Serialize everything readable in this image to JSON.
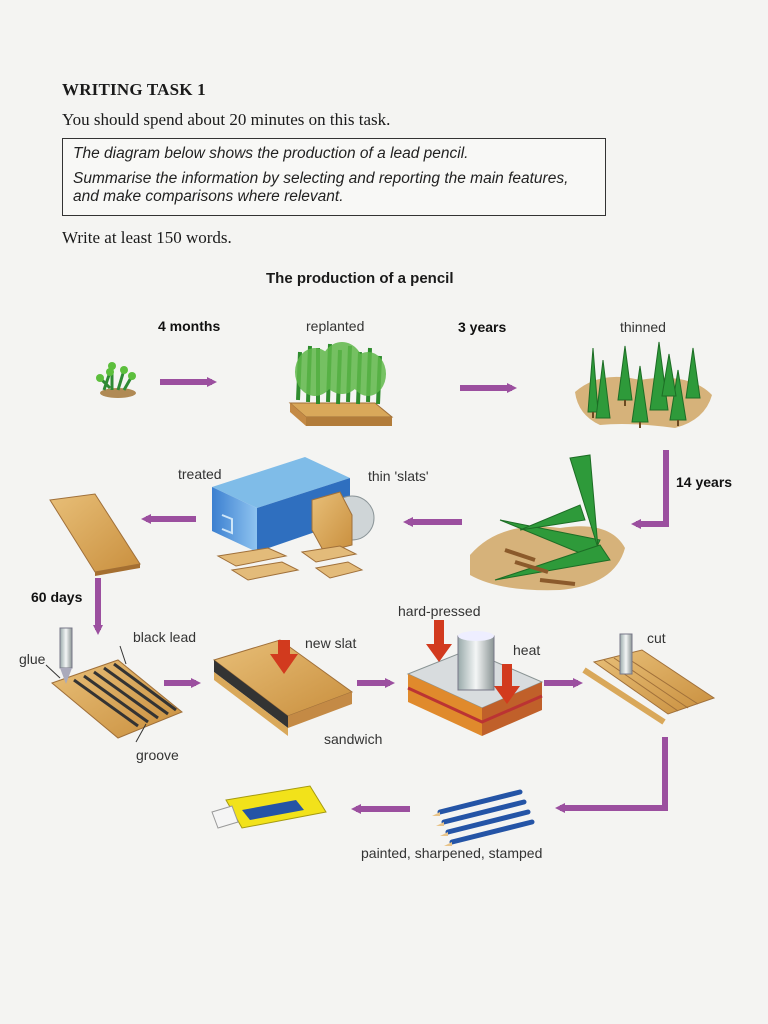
{
  "task": {
    "heading": "WRITING TASK 1",
    "instruction": "You should spend about 20 minutes on this task.",
    "prompt_line1": "The diagram below shows the production of a lead pencil.",
    "prompt_line2": "Summarise the information by selecting and reporting the main features, and make comparisons where relevant.",
    "word_count": "Write at least 150 words."
  },
  "diagram": {
    "title": "The production of a pencil",
    "durations": {
      "first": "4 months",
      "second": "3 years",
      "third": "14 years",
      "fourth": "60 days"
    },
    "labels": {
      "replanted": "replanted",
      "thinned": "thinned",
      "treated": "treated",
      "thin_slats": "thin 'slats'",
      "black_lead": "black lead",
      "glue": "glue",
      "groove": "groove",
      "new_slat": "new slat",
      "sandwich": "sandwich",
      "hard_pressed": "hard-pressed",
      "heat": "heat",
      "cut": "cut",
      "finishing": "painted, sharpened, stamped"
    },
    "colors": {
      "arrow": "#9b4f9f",
      "red_arrow": "#d23a1e",
      "wood": "#d9a85a",
      "tree": "#2e9a3a"
    }
  }
}
